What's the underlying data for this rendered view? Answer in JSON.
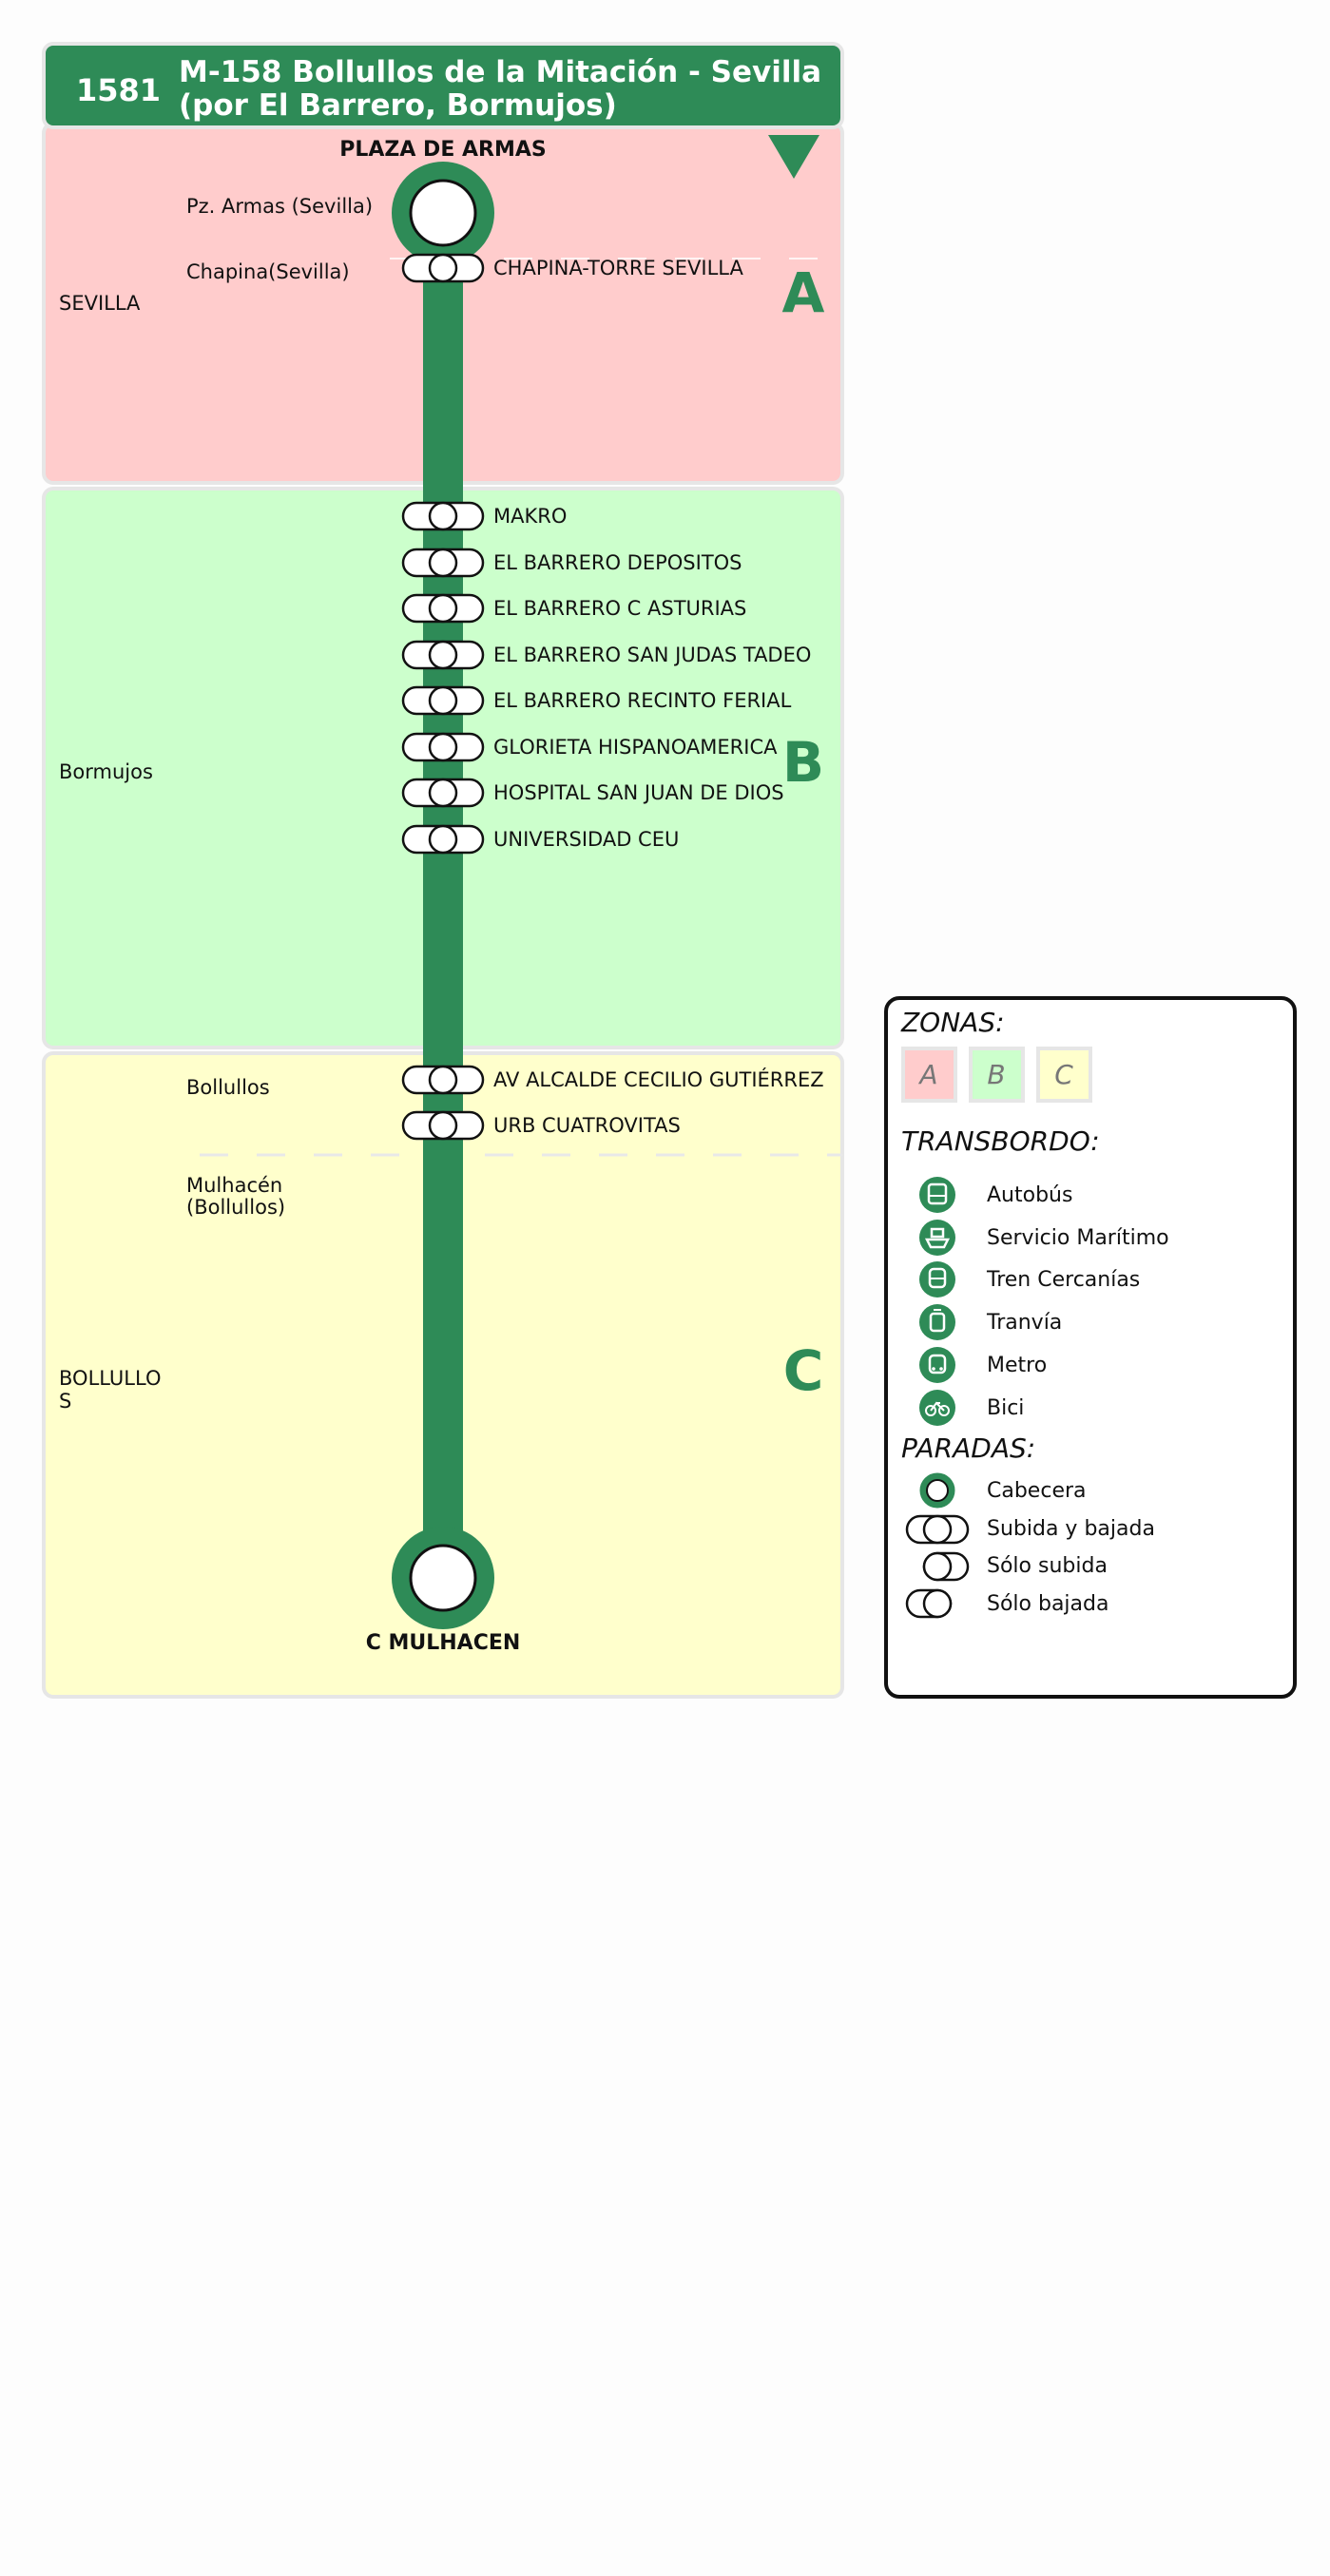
{
  "header": {
    "line_number": "1581",
    "title_line1": "M-158 Bollullos de la Mitación - Sevilla",
    "title_line2": "(por El Barrero, Bormujos)"
  },
  "colors": {
    "line_green": "#2e8b57",
    "zone_a": "#ffcccc",
    "zone_b": "#ccffcc",
    "zone_c": "#ffffcc",
    "zone_border": "#e6e6e6"
  },
  "terminals": {
    "start": "PLAZA DE ARMAS",
    "end": "C MULHACEN"
  },
  "direction_icon": "triangle-down-icon",
  "zones": [
    {
      "letter": "A",
      "municipality": "SEVILLA"
    },
    {
      "letter": "B",
      "municipality": "Bormujos"
    },
    {
      "letter": "C",
      "municipality_line1": "BOLLULLO",
      "municipality_line2": "S"
    }
  ],
  "localities": [
    {
      "name": "Pz. Armas (Sevilla)"
    },
    {
      "name": "Chapina(Sevilla)"
    },
    {
      "name": "Bollullos"
    },
    {
      "name_line1": "Mulhacén",
      "name_line2": "(Bollullos)"
    }
  ],
  "stops": [
    {
      "name": "CHAPINA-TORRE SEVILLA",
      "type": "both"
    },
    {
      "name": "MAKRO",
      "type": "both"
    },
    {
      "name": "EL BARRERO DEPOSITOS",
      "type": "both"
    },
    {
      "name": "EL BARRERO C ASTURIAS",
      "type": "both"
    },
    {
      "name": "EL BARRERO SAN JUDAS TADEO",
      "type": "both"
    },
    {
      "name": "EL BARRERO RECINTO FERIAL",
      "type": "both"
    },
    {
      "name": "GLORIETA HISPANOAMERICA",
      "type": "both"
    },
    {
      "name": "HOSPITAL SAN JUAN DE DIOS",
      "type": "both"
    },
    {
      "name": "UNIVERSIDAD CEU",
      "type": "both"
    },
    {
      "name": "AV ALCALDE CECILIO GUTIÉRREZ",
      "type": "both"
    },
    {
      "name": "URB CUATROVITAS",
      "type": "both"
    }
  ],
  "legend": {
    "zones_title": "ZONAS:",
    "zone_letters": [
      "A",
      "B",
      "C"
    ],
    "transfer_title": "TRANSBORDO:",
    "transfers": [
      {
        "label": "Autobús",
        "icon": "bus-icon"
      },
      {
        "label": "Servicio Marítimo",
        "icon": "ferry-icon"
      },
      {
        "label": "Tren Cercanías",
        "icon": "train-icon"
      },
      {
        "label": "Tranvía",
        "icon": "tram-icon"
      },
      {
        "label": "Metro",
        "icon": "metro-icon"
      },
      {
        "label": "Bici",
        "icon": "bike-icon"
      }
    ],
    "stops_title": "PARADAS:",
    "stop_types": [
      {
        "label": "Cabecera",
        "icon": "terminal-stop-icon"
      },
      {
        "label": "Subida y bajada",
        "icon": "both-stop-icon"
      },
      {
        "label": "Sólo subida",
        "icon": "boarding-stop-icon"
      },
      {
        "label": "Sólo bajada",
        "icon": "alighting-stop-icon"
      }
    ]
  }
}
